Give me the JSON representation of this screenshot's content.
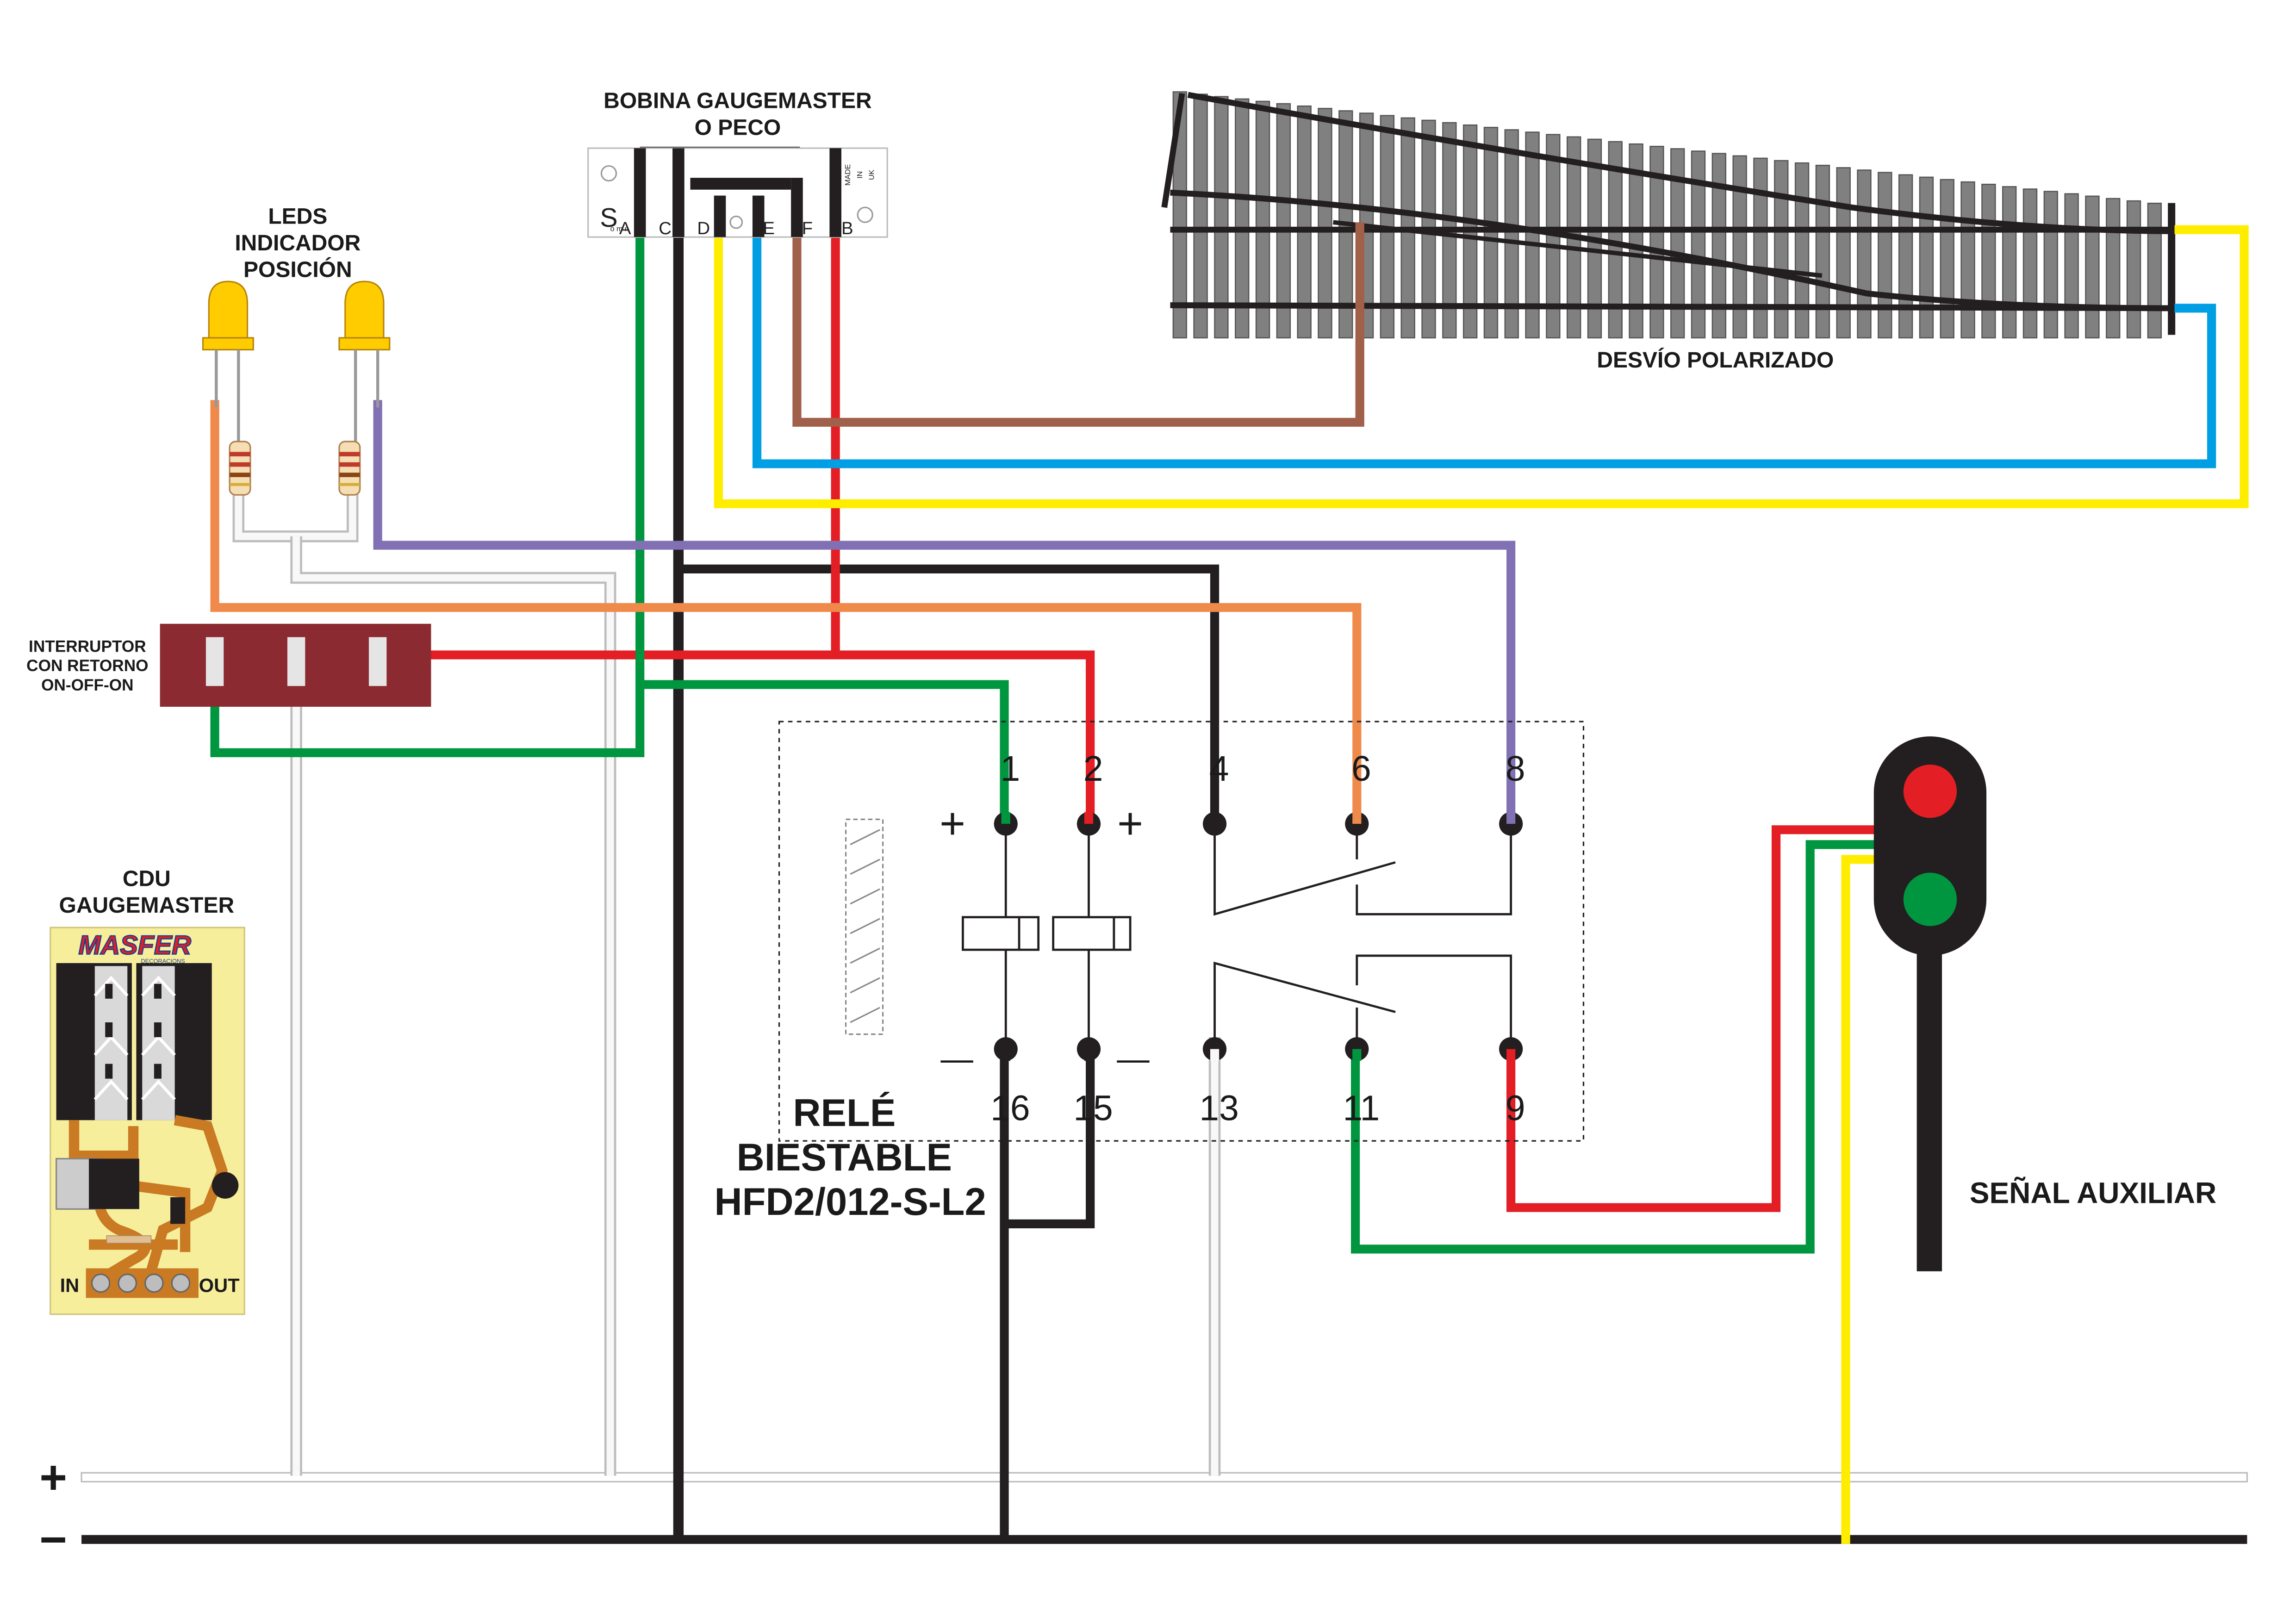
{
  "labels": {
    "coil_title_1": "BOBINA GAUGEMASTER",
    "coil_title_2": "O PECO",
    "leds_1": "LEDS",
    "leds_2": "INDICADOR",
    "leds_3": "POSICIÓN",
    "switch_1": "INTERRUPTOR",
    "switch_2": "CON RETORNO",
    "switch_3": "ON-OFF-ON",
    "cdu_1": "CDU",
    "cdu_2": "GAUGEMASTER",
    "turnout": "DESVÍO POLARIZADO",
    "relay_1": "RELÉ",
    "relay_2": "BIESTABLE",
    "relay_3": "HFD2/012-S-L2",
    "signal": "SEÑAL AUXILIAR",
    "plus_rail": "+",
    "minus_rail": "−"
  },
  "coil": {
    "terminals": [
      "A",
      "C",
      "D",
      "E",
      "F",
      "B"
    ],
    "side_mark": "S",
    "side_small": "o m n",
    "made_in": [
      "MADE",
      "IN",
      "UK"
    ]
  },
  "relay": {
    "top_pins": [
      "1",
      "2",
      "4",
      "6",
      "8"
    ],
    "bottom_pins": [
      "16",
      "15",
      "13",
      "11",
      "9"
    ],
    "coil_plus": "+",
    "coil_minus": "—"
  },
  "cdu": {
    "brand": "MASFER",
    "brand_sub": "DECORACIONS",
    "in_label": "IN",
    "out_label": "OUT"
  },
  "colors": {
    "black": "#231f20",
    "red": "#e31e24",
    "green": "#009640",
    "blue": "#009fe3",
    "yellow": "#ffed00",
    "brown": "#a0604a",
    "orange": "#f08a4b",
    "purple": "#8171b4",
    "white_wire": "#f2f2f2",
    "switch_body": "#8b2a30",
    "led_yellow": "#ffcc00",
    "cdu_board": "#f7ee9c",
    "signal_body": "#231f20",
    "sleeper_grey": "#808080"
  }
}
